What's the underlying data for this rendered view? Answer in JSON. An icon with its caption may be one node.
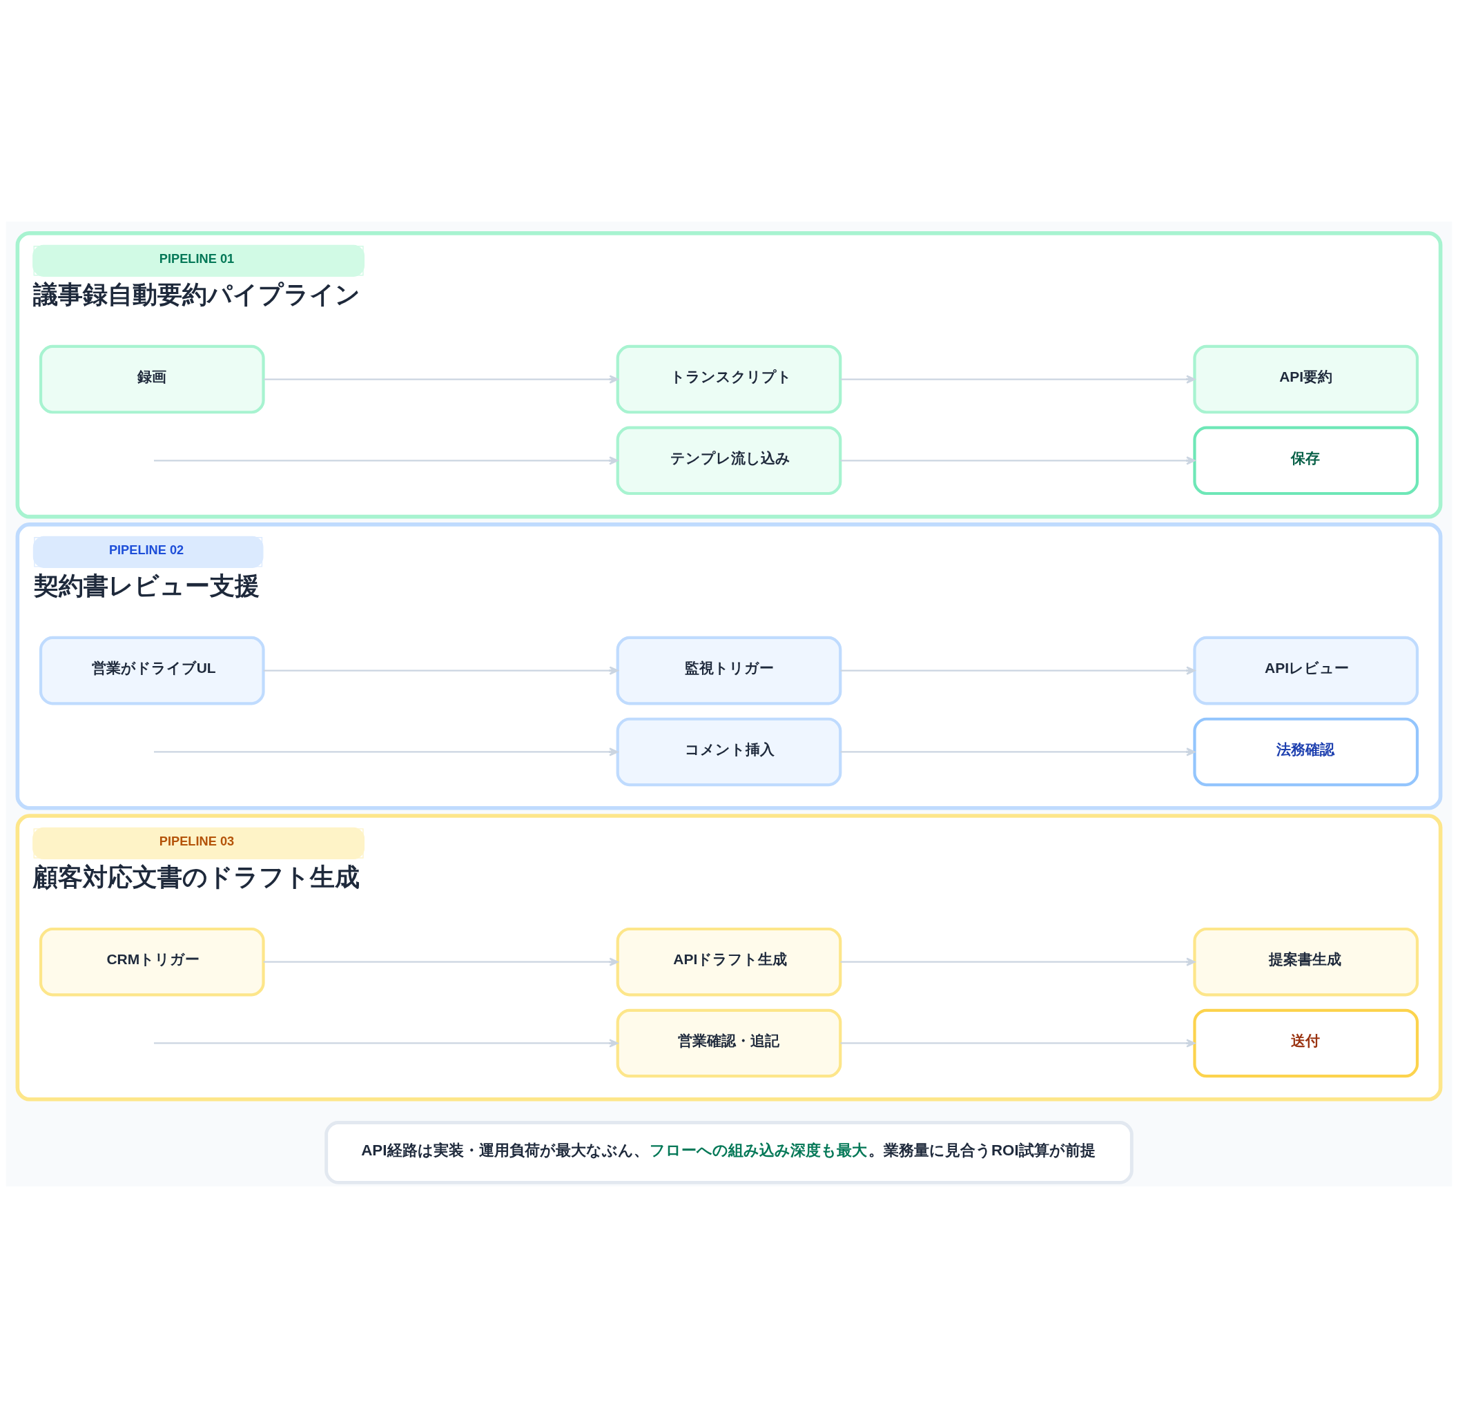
{
  "diagram": {
    "nodes": [
      {
        "text": [
          "PIPELINE 01",
          "議事録自動要約パイプライン"
        ]
      },
      {
        "text": [
          "録画"
        ],
        "in": 0
      },
      {
        "text": [
          "トランスクリプト"
        ],
        "in": 0
      },
      {
        "text": [
          "API要約"
        ],
        "in": 0
      },
      {
        "text": [
          "テンプレ流し込み"
        ],
        "in": 0
      },
      {
        "text": [
          "保存"
        ],
        "in": 0
      },
      {
        "text": [
          "PIPELINE 02",
          "契約書レビュー支援"
        ]
      },
      {
        "text": [
          "営業がドライブUL"
        ],
        "in": 6
      },
      {
        "text": [
          "監視トリガー"
        ],
        "in": 6
      },
      {
        "text": [
          "APIレビュー"
        ],
        "in": 6
      },
      {
        "text": [
          "コメント挿入"
        ],
        "in": 6
      },
      {
        "text": [
          "法務確認"
        ],
        "in": 6
      },
      {
        "text": [
          "PIPELINE 03",
          "顧客対応文書のドラフト生成"
        ]
      },
      {
        "text": [
          "CRMトリガー"
        ],
        "in": 12
      },
      {
        "text": [
          "APIドラフト生成"
        ],
        "in": 12
      },
      {
        "text": [
          "提案書生成"
        ],
        "in": 12
      },
      {
        "text": [
          "営業確認・追記"
        ],
        "in": 12
      },
      {
        "text": [
          "送付"
        ],
        "in": 12
      },
      {
        "text": [
          "API経路は実装・運用負荷が最大なぶん、**フローへの組み込み深度も最大**。業務量に見合うROI試算が前提"
        ]
      }
    ],
    "edges": [
      {
        "from": 1,
        "to": 2,
        "arrow": "to"
      },
      {
        "from": 2,
        "to": 3,
        "arrow": "to"
      },
      {
        "from": null,
        "to": 4,
        "arrow": "to"
      },
      {
        "from": 4,
        "to": 5,
        "arrow": "to"
      },
      {
        "from": 7,
        "to": 8,
        "arrow": "to"
      },
      {
        "from": 8,
        "to": 9,
        "arrow": "to"
      },
      {
        "from": null,
        "to": 10,
        "arrow": "to"
      },
      {
        "from": 10,
        "to": 11,
        "arrow": "to"
      },
      {
        "from": 13,
        "to": 14,
        "arrow": "to"
      },
      {
        "from": 14,
        "to": 15,
        "arrow": "to"
      },
      {
        "from": null,
        "to": 16,
        "arrow": "to"
      },
      {
        "from": 16,
        "to": 17,
        "arrow": "to"
      }
    ]
  }
}
